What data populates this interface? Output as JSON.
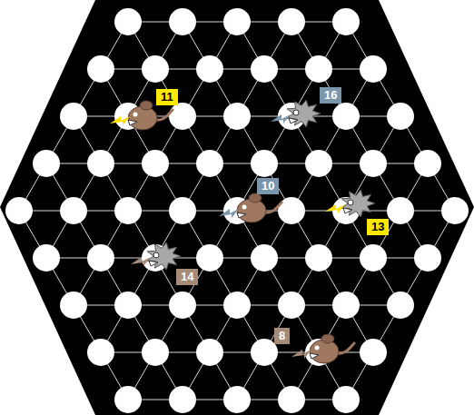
{
  "diagram": {
    "labels": [
      "11",
      "16",
      "10",
      "13",
      "14",
      "8"
    ]
  }
}
